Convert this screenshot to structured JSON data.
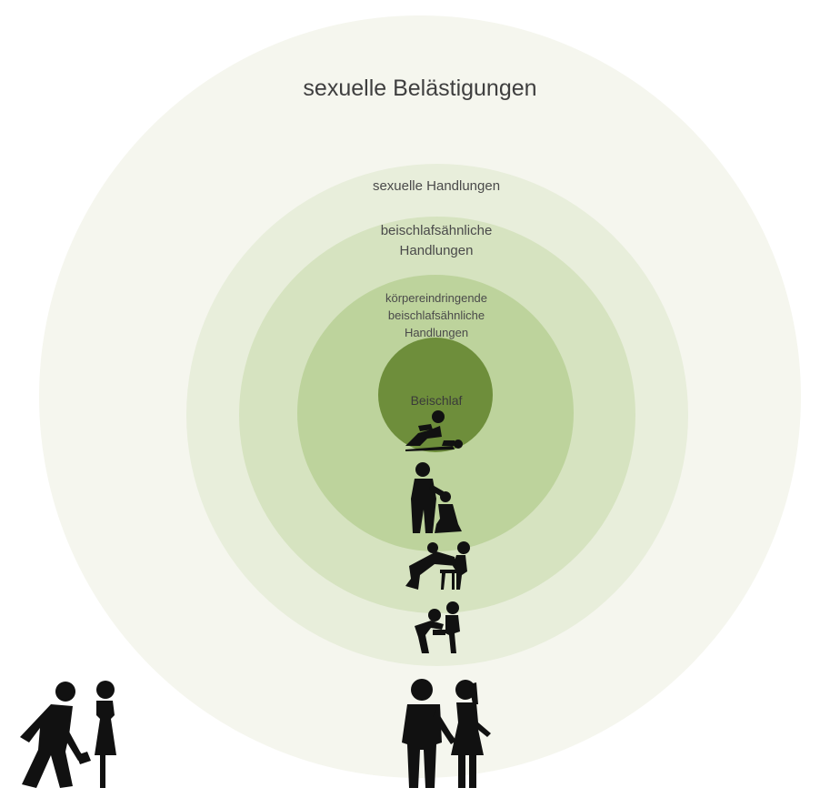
{
  "colors": {
    "ring_outer": "#f5f6ee",
    "ring_2": "#e8eedb",
    "ring_3": "#d6e3c0",
    "ring_4": "#bdd39c",
    "ring_core": "#6e8e3b",
    "figure": "#111111"
  },
  "rings": [
    {
      "label": "sexuelle Belästigungen"
    },
    {
      "label": "sexuelle Handlungen"
    },
    {
      "label": "beischlafsähnliche\nHandlungen"
    },
    {
      "label": "körpereindringende\nbeischlafsähnliche\nHandlungen"
    },
    {
      "label": "Beischlaf"
    }
  ],
  "icons": [
    "intercourse-pictogram-icon",
    "oral-act-pictogram-icon",
    "bending-over-chair-pictogram-icon",
    "groping-pictogram-icon",
    "phone-upskirt-pictogram-icon",
    "touching-couple-pictogram-icon"
  ]
}
